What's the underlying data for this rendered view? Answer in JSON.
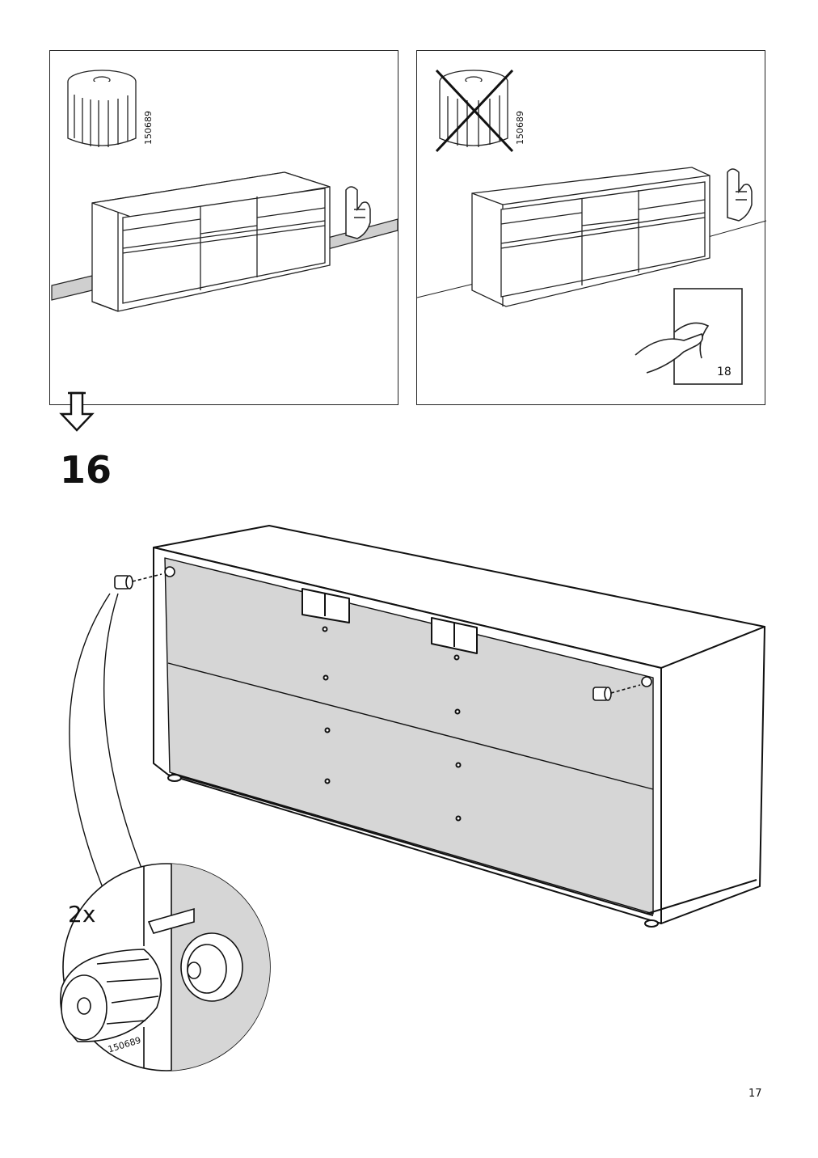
{
  "step": {
    "number": "16"
  },
  "page": {
    "number": "17"
  },
  "panels": [
    {
      "part_code": "150689",
      "status": "correct"
    },
    {
      "part_code": "150689",
      "status": "incorrect",
      "reference_step": "18"
    }
  ],
  "detail": {
    "quantity": "2x",
    "part_code": "150689"
  }
}
